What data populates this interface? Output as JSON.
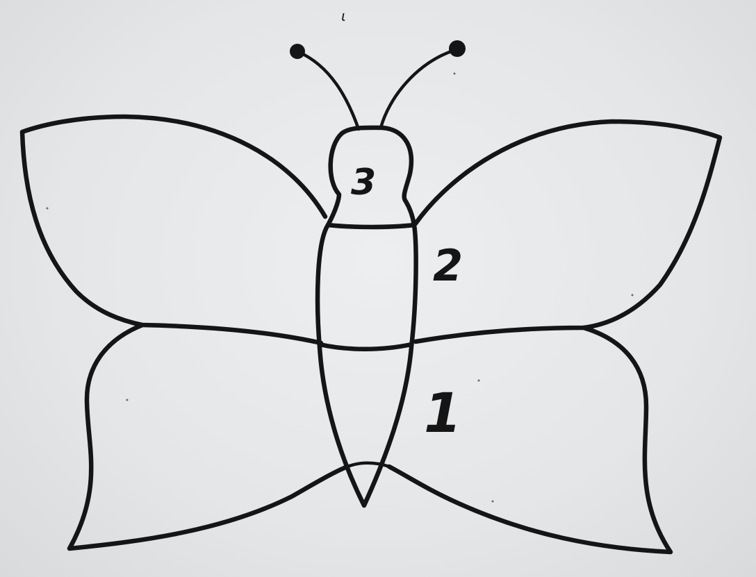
{
  "labels": {
    "part_1": "1",
    "part_2": "2",
    "part_3": "3",
    "stray_mark": "ι"
  },
  "colors": {
    "paper": "#e6e8ea",
    "ink": "#151515"
  }
}
